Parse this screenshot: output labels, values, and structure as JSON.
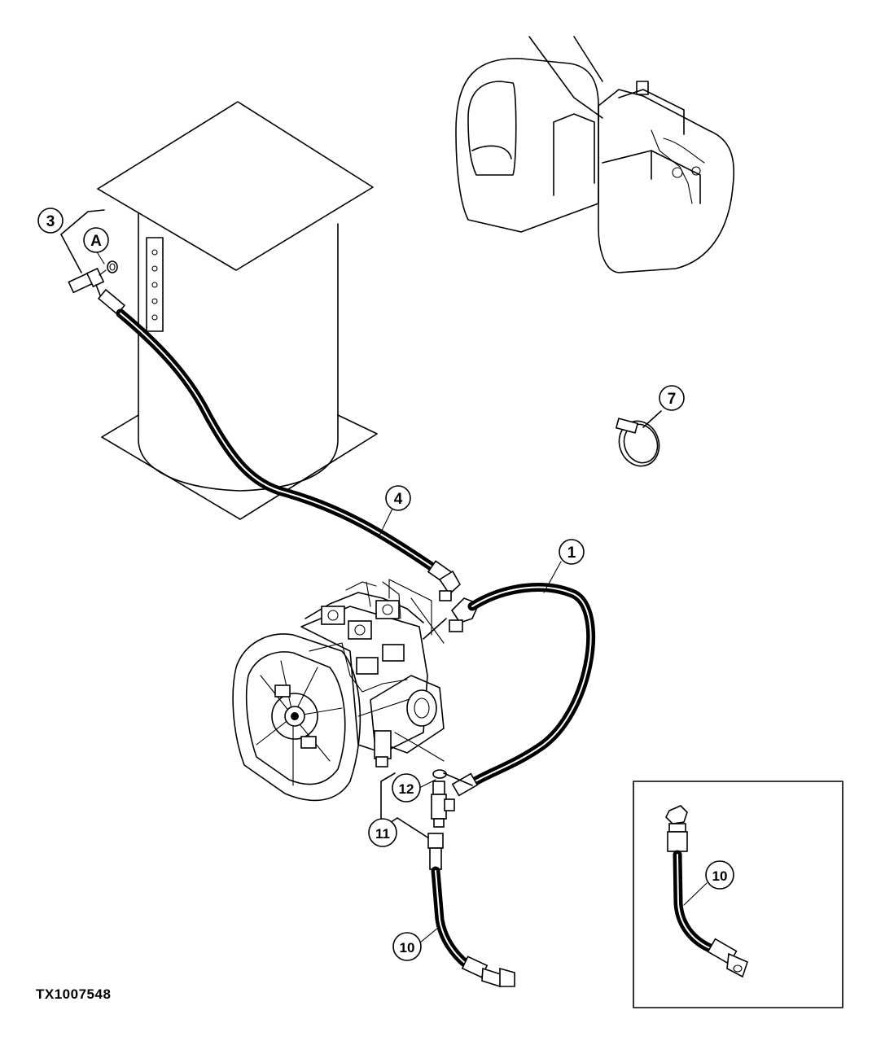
{
  "figure": {
    "id_label": "TX1007548"
  },
  "callouts": {
    "c1": "1",
    "c3": "3",
    "cA": "A",
    "c4": "4",
    "c7": "7",
    "c10a": "10",
    "c10b": "10",
    "c11": "11",
    "c12": "12"
  },
  "colors": {
    "line": "#000000",
    "background": "#ffffff"
  }
}
